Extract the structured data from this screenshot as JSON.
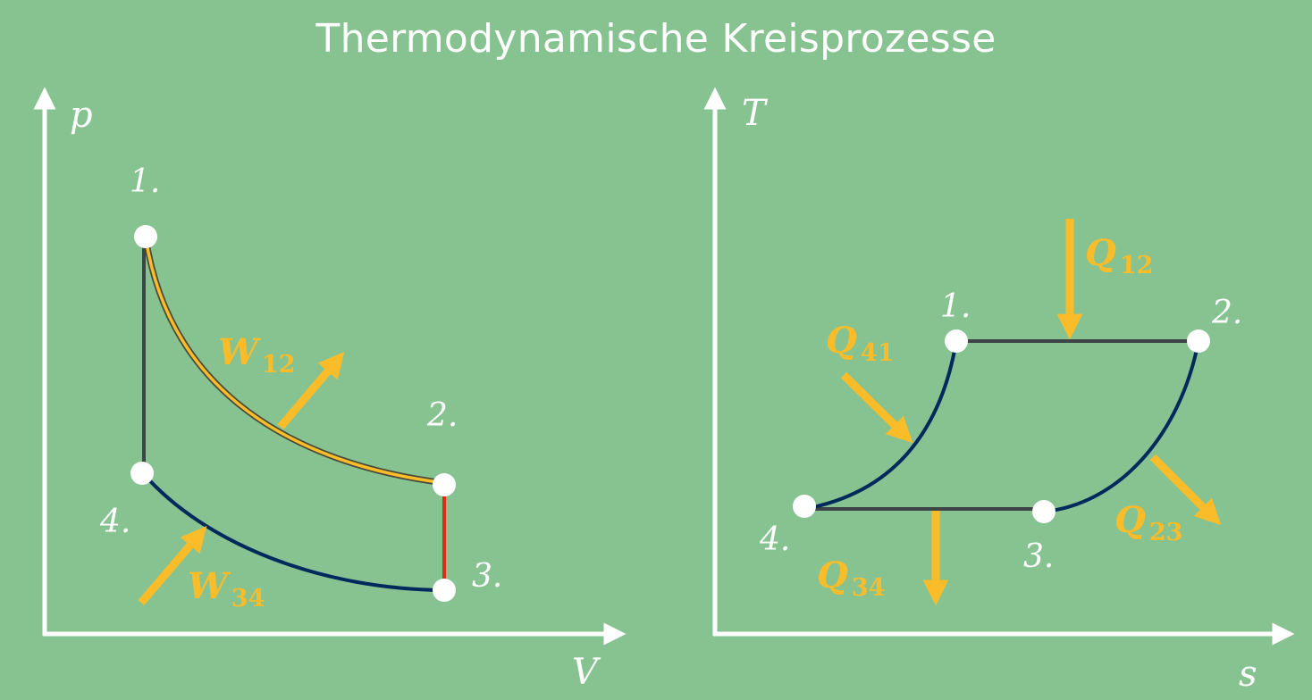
{
  "title": "Thermodynamische Kreisprozesse",
  "pv_diagram": {
    "y_axis_label": "p",
    "x_axis_label": "V",
    "points": [
      "1.",
      "2.",
      "3.",
      "4."
    ],
    "work_12": {
      "symbol": "W",
      "subscript": "12"
    },
    "work_34": {
      "symbol": "W",
      "subscript": "34"
    }
  },
  "ts_diagram": {
    "y_axis_label": "T",
    "x_axis_label": "s",
    "points": [
      "1.",
      "2.",
      "3.",
      "4."
    ],
    "heat_12": {
      "symbol": "Q",
      "subscript": "12"
    },
    "heat_23": {
      "symbol": "Q",
      "subscript": "23"
    },
    "heat_34": {
      "symbol": "Q",
      "subscript": "34"
    },
    "heat_41": {
      "symbol": "Q",
      "subscript": "41"
    }
  },
  "colors": {
    "background": "#87c391",
    "axis": "#ffffff",
    "isotherm_expansion": "#fbbc2a",
    "isotherm_compression": "#002a5c",
    "isochore_heating": "#3d4446",
    "isochore_cooling": "#e02b16",
    "heat_work_arrow": "#fbbc2a"
  }
}
